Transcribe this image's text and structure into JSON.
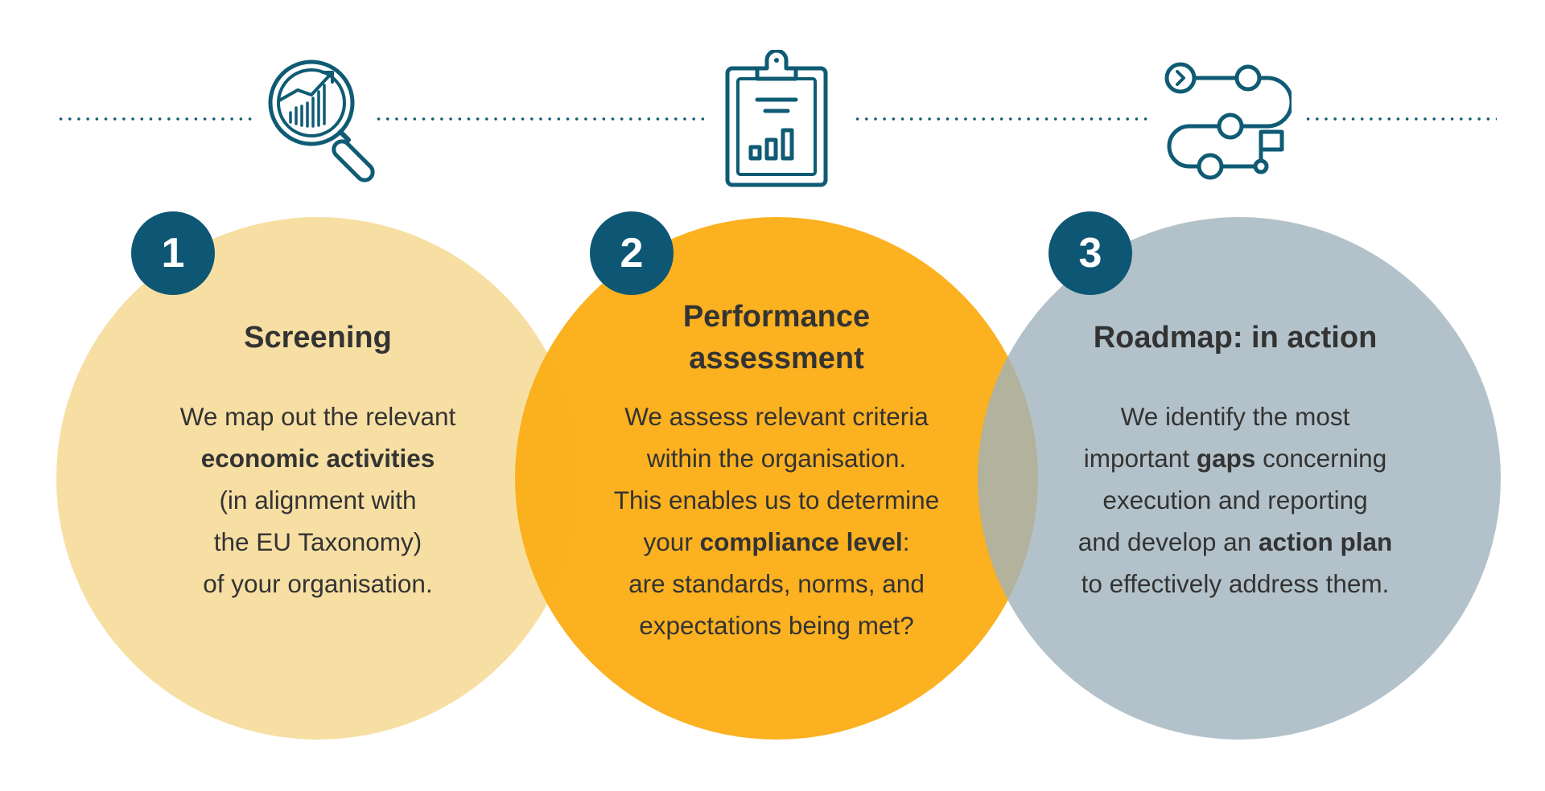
{
  "steps": [
    {
      "number": "1",
      "icon": "magnifier-growth-chart-icon",
      "title_lines": [
        "Screening"
      ],
      "lines": [
        [
          {
            "t": "We map out the relevant"
          }
        ],
        [
          {
            "t": "economic activities",
            "b": true
          }
        ],
        [
          {
            "t": "(in alignment with"
          }
        ],
        [
          {
            "t": "the EU Taxonomy)"
          }
        ],
        [
          {
            "t": "of your organisation."
          }
        ]
      ]
    },
    {
      "number": "2",
      "icon": "clipboard-bar-chart-icon",
      "title_lines": [
        "Performance",
        "assessment"
      ],
      "lines": [
        [
          {
            "t": "We assess relevant criteria"
          }
        ],
        [
          {
            "t": "within the organisation."
          }
        ],
        [
          {
            "t": "This enables us to determine"
          }
        ],
        [
          {
            "t": "your "
          },
          {
            "t": "compliance level",
            "b": true
          },
          {
            "t": ":"
          }
        ],
        [
          {
            "t": "are standards, norms, and"
          }
        ],
        [
          {
            "t": "expectations being met?"
          }
        ]
      ]
    },
    {
      "number": "3",
      "icon": "roadmap-path-flag-icon",
      "title_lines": [
        "Roadmap: in action"
      ],
      "lines": [
        [
          {
            "t": "We identify the most"
          }
        ],
        [
          {
            "t": "important "
          },
          {
            "t": "gaps",
            "b": true
          },
          {
            "t": " concerning"
          }
        ],
        [
          {
            "t": "execution and reporting"
          }
        ],
        [
          {
            "t": "and develop an "
          },
          {
            "t": "action plan",
            "b": true
          }
        ],
        [
          {
            "t": "to effectively address them."
          }
        ]
      ]
    }
  ],
  "colors": {
    "accent": "#0d5774",
    "step1": "#f7dfa3",
    "step2": "#fbae17",
    "step3": "#a0b3bd",
    "text": "#333333"
  }
}
